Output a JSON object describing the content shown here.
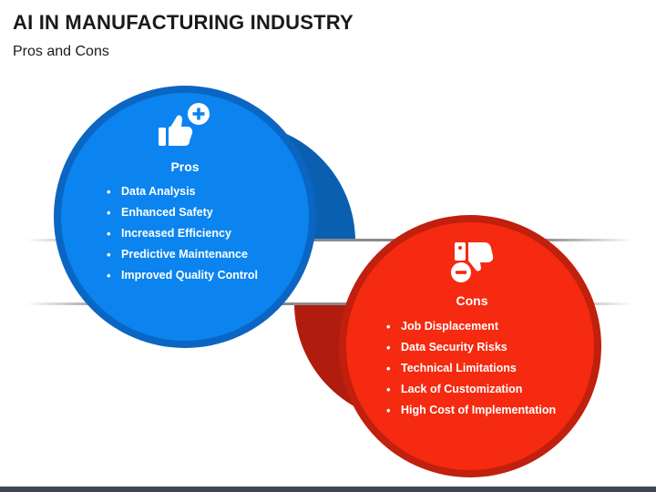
{
  "header": {
    "title": "AI IN MANUFACTURING INDUSTRY",
    "subtitle": "Pros and Cons"
  },
  "pros": {
    "title": "Pros",
    "icon": "thumbs-up-plus-icon",
    "color": "#0b84ef",
    "items": [
      "Data Analysis",
      "Enhanced Safety",
      "Increased Efficiency",
      "Predictive Maintenance",
      "Improved Quality Control"
    ]
  },
  "cons": {
    "title": "Cons",
    "icon": "thumbs-down-minus-icon",
    "color": "#f52a10",
    "items": [
      "Job Displacement",
      "Data Security Risks",
      "Technical Limitations",
      "Lack of Customization",
      "High Cost of Implementation"
    ]
  }
}
